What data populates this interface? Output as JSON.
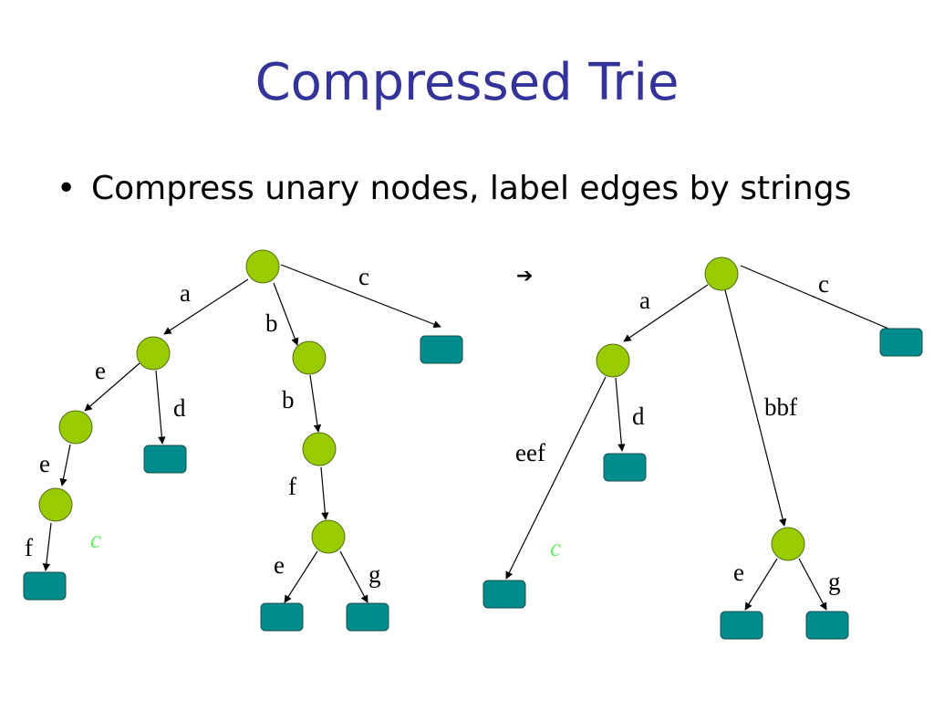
{
  "slide": {
    "title": "Compressed Trie",
    "bullet": "Compress unary nodes, label edges by strings",
    "transform_arrow": "➔"
  },
  "colors": {
    "title": "#333399",
    "internal_node": "#99cc00",
    "leaf_node": "#008c8c",
    "end_marker": "#66ee66"
  },
  "left_trie": {
    "edges": [
      "a",
      "b",
      "c",
      "e",
      "d",
      "b",
      "e",
      "f",
      "f",
      "e",
      "g"
    ],
    "end_marker": "c"
  },
  "right_trie": {
    "edges": [
      "a",
      "c",
      "bbf",
      "d",
      "eef",
      "e",
      "g"
    ],
    "end_marker": "c"
  }
}
